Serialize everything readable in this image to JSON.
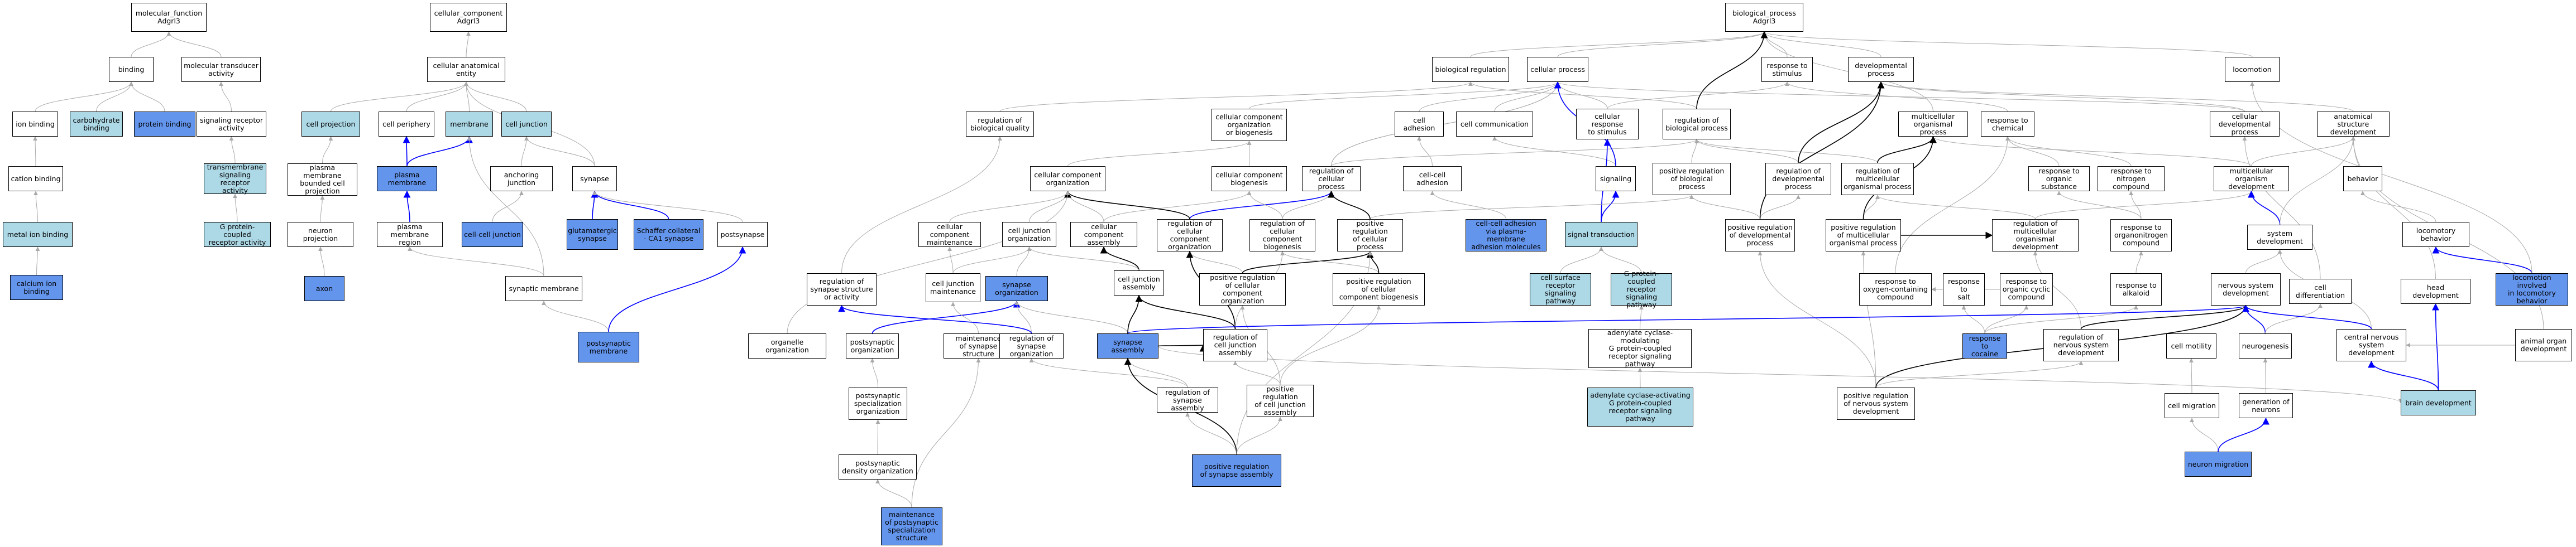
{
  "nodes": [
    {
      "id": "mf",
      "label": "molecular_function\nAdgrl3",
      "style": 0
    },
    {
      "id": "cc",
      "label": "cellular_component\nAdgrl3",
      "style": 0
    },
    {
      "id": "bp",
      "label": "biological_process\nAdgrl3",
      "style": 0
    },
    {
      "id": "binding",
      "label": "binding",
      "style": 0
    },
    {
      "id": "mta",
      "label": "molecular transducer\nactivity",
      "style": 0
    },
    {
      "id": "cae",
      "label": "cellular anatomical\nentity",
      "style": 0
    },
    {
      "id": "breg",
      "label": "biological regulation",
      "style": 0
    },
    {
      "id": "cp",
      "label": "cellular process",
      "style": 0
    },
    {
      "id": "rts",
      "label": "response to\nstimulus",
      "style": 0
    },
    {
      "id": "devp",
      "label": "developmental\nprocess",
      "style": 0
    },
    {
      "id": "loco",
      "label": "locomotion",
      "style": 0
    },
    {
      "id": "ionb",
      "label": "ion binding",
      "style": 0
    },
    {
      "id": "carb",
      "label": "carbohydrate\nbinding",
      "style": 1
    },
    {
      "id": "protb",
      "label": "protein binding",
      "style": 2
    },
    {
      "id": "sra",
      "label": "signaling receptor\nactivity",
      "style": 0
    },
    {
      "id": "cproj",
      "label": "cell projection",
      "style": 1
    },
    {
      "id": "cperi",
      "label": "cell periphery",
      "style": 0
    },
    {
      "id": "memb",
      "label": "membrane",
      "style": 1
    },
    {
      "id": "cjunc",
      "label": "cell junction",
      "style": 1
    },
    {
      "id": "rbq",
      "label": "regulation of\nbiological quality",
      "style": 0
    },
    {
      "id": "ccob",
      "label": "cellular component\norganization\nor biogenesis",
      "style": 0
    },
    {
      "id": "cadh",
      "label": "cell adhesion",
      "style": 0
    },
    {
      "id": "ccomm",
      "label": "cell communication",
      "style": 0
    },
    {
      "id": "crs",
      "label": "cellular response\nto stimulus",
      "style": 0
    },
    {
      "id": "rbp",
      "label": "regulation of\nbiological process",
      "style": 0
    },
    {
      "id": "mop",
      "label": "multicellular\norganismal process",
      "style": 0
    },
    {
      "id": "rtc",
      "label": "response to\nchemical",
      "style": 0
    },
    {
      "id": "cdp",
      "label": "cellular developmental\nprocess",
      "style": 0
    },
    {
      "id": "asd",
      "label": "anatomical structure\ndevelopment",
      "style": 0
    },
    {
      "id": "cationb",
      "label": "cation binding",
      "style": 0
    },
    {
      "id": "tsra",
      "label": "transmembrane\nsignaling receptor\nactivity",
      "style": 1
    },
    {
      "id": "pmbcp",
      "label": "plasma membrane\nbounded cell\nprojection",
      "style": 0
    },
    {
      "id": "pm",
      "label": "plasma membrane",
      "style": 2
    },
    {
      "id": "aj",
      "label": "anchoring junction",
      "style": 0
    },
    {
      "id": "synapse",
      "label": "synapse",
      "style": 0
    },
    {
      "id": "cco",
      "label": "cellular component\norganization",
      "style": 0
    },
    {
      "id": "ccb",
      "label": "cellular component\nbiogenesis",
      "style": 0
    },
    {
      "id": "rcp",
      "label": "regulation of\ncellular process",
      "style": 0
    },
    {
      "id": "cca",
      "label": "cell-cell adhesion",
      "style": 0
    },
    {
      "id": "sig",
      "label": "signaling",
      "style": 0
    },
    {
      "id": "prbp",
      "label": "positive regulation\nof biological\nprocess",
      "style": 0
    },
    {
      "id": "rdp",
      "label": "regulation of\ndevelopmental\nprocess",
      "style": 0
    },
    {
      "id": "rmop",
      "label": "regulation of\nmulticellular\norganismal process",
      "style": 0
    },
    {
      "id": "rtos",
      "label": "response to\norganic substance",
      "style": 0
    },
    {
      "id": "rtnc",
      "label": "response to\nnitrogen compound",
      "style": 0
    },
    {
      "id": "mod",
      "label": "multicellular\norganism development",
      "style": 0
    },
    {
      "id": "behav",
      "label": "behavior",
      "style": 0
    },
    {
      "id": "mib",
      "label": "metal ion binding",
      "style": 1
    },
    {
      "id": "gpcra",
      "label": "G protein-coupled\nreceptor activity",
      "style": 1
    },
    {
      "id": "neuproj",
      "label": "neuron projection",
      "style": 0
    },
    {
      "id": "pmr",
      "label": "plasma membrane\nregion",
      "style": 0
    },
    {
      "id": "ccj",
      "label": "cell-cell junction",
      "style": 2
    },
    {
      "id": "glut",
      "label": "glutamatergic\nsynapse",
      "style": 2
    },
    {
      "id": "sca1",
      "label": "Schaffer collateral\n- CA1 synapse",
      "style": 2
    },
    {
      "id": "postsyn",
      "label": "postsynapse",
      "style": 0
    },
    {
      "id": "ccm",
      "label": "cellular component\nmaintenance",
      "style": 0
    },
    {
      "id": "cjo",
      "label": "cell junction\norganization",
      "style": 0
    },
    {
      "id": "cca2",
      "label": "cellular component\nassembly",
      "style": 0
    },
    {
      "id": "rcco",
      "label": "regulation of\ncellular component\norganization",
      "style": 0
    },
    {
      "id": "rccb",
      "label": "regulation of\ncellular component\nbiogenesis",
      "style": 0
    },
    {
      "id": "prcp",
      "label": "positive regulation\nof cellular\nprocess",
      "style": 0
    },
    {
      "id": "ccapm",
      "label": "cell-cell adhesion\nvia plasma-membrane\nadhesion molecules",
      "style": 2
    },
    {
      "id": "st",
      "label": "signal transduction",
      "style": 1
    },
    {
      "id": "prdp",
      "label": "positive regulation\nof developmental\nprocess",
      "style": 0
    },
    {
      "id": "prmop",
      "label": "positive regulation\nof multicellular\norganismal process",
      "style": 0
    },
    {
      "id": "rmod",
      "label": "regulation of\nmulticellular\norganismal development",
      "style": 0
    },
    {
      "id": "rtoc",
      "label": "response to\norganonitrogen\ncompound",
      "style": 0
    },
    {
      "id": "lb",
      "label": "locomotory behavior",
      "style": 0
    },
    {
      "id": "sd",
      "label": "system development",
      "style": 0
    },
    {
      "id": "cib",
      "label": "calcium ion\nbinding",
      "style": 2
    },
    {
      "id": "axon",
      "label": "axon",
      "style": 2
    },
    {
      "id": "synm",
      "label": "synaptic membrane",
      "style": 0
    },
    {
      "id": "psm",
      "label": "postsynaptic\nmembrane",
      "style": 2
    },
    {
      "id": "rssa",
      "label": "regulation of\nsynapse structure\nor activity",
      "style": 0
    },
    {
      "id": "cjm",
      "label": "cell junction\nmaintenance",
      "style": 0
    },
    {
      "id": "so",
      "label": "synapse organization",
      "style": 2
    },
    {
      "id": "cja",
      "label": "cell junction\nassembly",
      "style": 0
    },
    {
      "id": "prcco",
      "label": "positive regulation\nof cellular\ncomponent organization",
      "style": 0
    },
    {
      "id": "prccb",
      "label": "positive regulation\nof cellular\ncomponent biogenesis",
      "style": 0
    },
    {
      "id": "csrsp",
      "label": "cell surface\nreceptor signaling\npathway",
      "style": 1
    },
    {
      "id": "gpcrsp",
      "label": "G protein-coupled\nreceptor signaling\npathway",
      "style": 1
    },
    {
      "id": "rtocc",
      "label": "response to\noxygen-containing\ncompound",
      "style": 0
    },
    {
      "id": "rtsalt",
      "label": "response to\nsalt",
      "style": 0
    },
    {
      "id": "rtocy",
      "label": "response to\norganic cyclic\ncompound",
      "style": 0
    },
    {
      "id": "rtalk",
      "label": "response to\nalkaloid",
      "style": 0
    },
    {
      "id": "nsd",
      "label": "nervous system\ndevelopment",
      "style": 0
    },
    {
      "id": "cdiff",
      "label": "cell differentiation",
      "style": 0
    },
    {
      "id": "hd",
      "label": "head development",
      "style": 0
    },
    {
      "id": "libeh",
      "label": "locomotion involved\nin locomotory\nbehavior",
      "style": 2
    },
    {
      "id": "oo",
      "label": "organelle organization",
      "style": 0
    },
    {
      "id": "pso",
      "label": "postsynaptic\norganization",
      "style": 0
    },
    {
      "id": "mss",
      "label": "maintenance\nof synapse structure",
      "style": 0
    },
    {
      "id": "rso",
      "label": "regulation of\nsynapse organization",
      "style": 0
    },
    {
      "id": "sa",
      "label": "synapse assembly",
      "style": 2
    },
    {
      "id": "rcja",
      "label": "regulation of\ncell junction\nassembly",
      "style": 0
    },
    {
      "id": "acm",
      "label": "adenylate cyclase-modulating\nG protein-coupled\nreceptor signaling\npathway",
      "style": 0
    },
    {
      "id": "rtcoc",
      "label": "response to\ncocaine",
      "style": 2
    },
    {
      "id": "rnsd",
      "label": "regulation of\nnervous system\ndevelopment",
      "style": 0
    },
    {
      "id": "cmot",
      "label": "cell motility",
      "style": 0
    },
    {
      "id": "neurog",
      "label": "neurogenesis",
      "style": 0
    },
    {
      "id": "cnsd",
      "label": "central nervous\nsystem development",
      "style": 0
    },
    {
      "id": "aod",
      "label": "animal organ\ndevelopment",
      "style": 0
    },
    {
      "id": "psdo",
      "label": "postsynaptic\nspecialization\norganization",
      "style": 0
    },
    {
      "id": "rsa",
      "label": "regulation of\nsynapse assembly",
      "style": 0
    },
    {
      "id": "prcja",
      "label": "positive regulation\nof cell junction\nassembly",
      "style": 0
    },
    {
      "id": "aca",
      "label": "adenylate cyclase-activating\nG protein-coupled\nreceptor signaling\npathway",
      "style": 1
    },
    {
      "id": "prnsd",
      "label": "positive regulation\nof nervous system\ndevelopment",
      "style": 0
    },
    {
      "id": "cmig",
      "label": "cell migration",
      "style": 0
    },
    {
      "id": "gon",
      "label": "generation of\nneurons",
      "style": 0
    },
    {
      "id": "bdev",
      "label": "brain development",
      "style": 1
    },
    {
      "id": "psdno",
      "label": "postsynaptic\ndensity organization",
      "style": 0
    },
    {
      "id": "prsa",
      "label": "positive regulation\nof synapse assembly",
      "style": 2
    },
    {
      "id": "nmig",
      "label": "neuron migration",
      "style": 2
    },
    {
      "id": "mpso",
      "label": "maintenance\nof postsynaptic\nspecialization\nstructure",
      "style": 2
    }
  ],
  "edges": [
    [
      "mf",
      "binding",
      0
    ],
    [
      "mf",
      "mta",
      0
    ],
    [
      "cc",
      "cae",
      0
    ],
    [
      "bp",
      "breg",
      0
    ],
    [
      "bp",
      "cp",
      0
    ],
    [
      "bp",
      "rts",
      0
    ],
    [
      "bp",
      "devp",
      0
    ],
    [
      "bp",
      "loco",
      0
    ],
    [
      "binding",
      "ionb",
      0
    ],
    [
      "binding",
      "carb",
      0
    ],
    [
      "binding",
      "protb",
      0
    ],
    [
      "mta",
      "sra",
      0
    ],
    [
      "cae",
      "cproj",
      0
    ],
    [
      "cae",
      "cperi",
      0
    ],
    [
      "cae",
      "memb",
      0
    ],
    [
      "cae",
      "cjunc",
      0
    ],
    [
      "cae",
      "synapse",
      0
    ],
    [
      "breg",
      "rbq",
      0
    ],
    [
      "breg",
      "rbp",
      0
    ],
    [
      "cp",
      "ccob",
      0
    ],
    [
      "cp",
      "cadh",
      0
    ],
    [
      "cp",
      "ccomm",
      0
    ],
    [
      "cp",
      "crs",
      0
    ],
    [
      "rts",
      "crs",
      0
    ],
    [
      "rts",
      "rtc",
      0
    ],
    [
      "devp",
      "cdp",
      0
    ],
    [
      "devp",
      "asd",
      0
    ],
    [
      "bp",
      "mop",
      0
    ],
    [
      "bp",
      "rbp",
      1
    ],
    [
      "cp",
      "cdp",
      0
    ],
    [
      "cp",
      "rcp",
      0
    ],
    [
      "ionb",
      "cationb",
      0
    ],
    [
      "cationb",
      "mib",
      0
    ],
    [
      "mib",
      "cib",
      0
    ],
    [
      "sra",
      "tsra",
      0
    ],
    [
      "tsra",
      "gpcra",
      0
    ],
    [
      "cproj",
      "pmbcp",
      0
    ],
    [
      "cperi",
      "pm",
      2
    ],
    [
      "memb",
      "pm",
      2
    ],
    [
      "pmbcp",
      "neuproj",
      0
    ],
    [
      "neuproj",
      "axon",
      0
    ],
    [
      "pm",
      "pmr",
      2
    ],
    [
      "cjunc",
      "aj",
      0
    ],
    [
      "aj",
      "ccj",
      0
    ],
    [
      "cjunc",
      "synapse",
      0
    ],
    [
      "synapse",
      "glut",
      2
    ],
    [
      "synapse",
      "sca1",
      2
    ],
    [
      "synapse",
      "postsyn",
      0
    ],
    [
      "pmr",
      "synm",
      0
    ],
    [
      "memb",
      "synm",
      0
    ],
    [
      "synm",
      "psm",
      0
    ],
    [
      "postsyn",
      "psm",
      2
    ],
    [
      "ccob",
      "cco",
      0
    ],
    [
      "ccob",
      "ccb",
      0
    ],
    [
      "rbp",
      "rcp",
      0
    ],
    [
      "cp",
      "rcp",
      0
    ],
    [
      "cadh",
      "cca",
      0
    ],
    [
      "ccomm",
      "sig",
      0
    ],
    [
      "crs",
      "st",
      2
    ],
    [
      "sig",
      "st",
      2
    ],
    [
      "cca",
      "ccapm",
      0
    ],
    [
      "rbp",
      "prbp",
      0
    ],
    [
      "rbp",
      "rdp",
      0
    ],
    [
      "rbp",
      "rmop",
      0
    ],
    [
      "mop",
      "rmop",
      1
    ],
    [
      "mop",
      "mod",
      0
    ],
    [
      "rtc",
      "rtos",
      0
    ],
    [
      "rtc",
      "rtnc",
      0
    ],
    [
      "devp",
      "rdp",
      1
    ],
    [
      "asd",
      "mod",
      0
    ],
    [
      "behav",
      "lb",
      0
    ],
    [
      "lb",
      "libeh",
      2
    ],
    [
      "loco",
      "libeh",
      0
    ],
    [
      "cco",
      "ccm",
      0
    ],
    [
      "cco",
      "cjo",
      0
    ],
    [
      "cco",
      "cca2",
      0
    ],
    [
      "ccb",
      "cca2",
      0
    ],
    [
      "rcp",
      "rcco",
      2
    ],
    [
      "cco",
      "rcco",
      1
    ],
    [
      "rcp",
      "rccb",
      0
    ],
    [
      "ccb",
      "rccb",
      0
    ],
    [
      "prbp",
      "prcp",
      0
    ],
    [
      "rcp",
      "prcp",
      1
    ],
    [
      "st",
      "csrsp",
      0
    ],
    [
      "st",
      "gpcrsp",
      0
    ],
    [
      "rdp",
      "prdp",
      0
    ],
    [
      "devp",
      "prdp",
      1
    ],
    [
      "prbp",
      "prdp",
      0
    ],
    [
      "rmop",
      "prmop",
      0
    ],
    [
      "mop",
      "prmop",
      1
    ],
    [
      "rmop",
      "rmod",
      0
    ],
    [
      "mod",
      "rmod",
      0
    ],
    [
      "rtos",
      "rtoc",
      0
    ],
    [
      "rtnc",
      "rtoc",
      0
    ],
    [
      "mod",
      "sd",
      2
    ],
    [
      "asd",
      "sd",
      0
    ],
    [
      "ccm",
      "cjm",
      0
    ],
    [
      "cjo",
      "cjm",
      0
    ],
    [
      "cjo",
      "so",
      0
    ],
    [
      "cca2",
      "cja",
      1
    ],
    [
      "cjo",
      "cja",
      0
    ],
    [
      "rcco",
      "prcco",
      0
    ],
    [
      "prcp",
      "prcco",
      1
    ],
    [
      "rccb",
      "prccb",
      0
    ],
    [
      "prcp",
      "prccb",
      1
    ],
    [
      "gpcrsp",
      "acm",
      0
    ],
    [
      "acm",
      "aca",
      0
    ],
    [
      "rtc",
      "rtocc",
      0
    ],
    [
      "rtoc",
      "rtalk",
      0
    ],
    [
      "rtocc",
      "rtsalt",
      0
    ],
    [
      "rtocc",
      "rtocy",
      0
    ],
    [
      "rtsalt",
      "rtcoc",
      0
    ],
    [
      "rtalk",
      "rtcoc",
      0
    ],
    [
      "rtocy",
      "rtcoc",
      0
    ],
    [
      "sd",
      "nsd",
      0
    ],
    [
      "cdp",
      "cdiff",
      0
    ],
    [
      "sd",
      "cnsd",
      0
    ],
    [
      "asd",
      "hd",
      0
    ],
    [
      "cco",
      "oo",
      0
    ],
    [
      "so",
      "pso",
      2
    ],
    [
      "cjm",
      "mss",
      0
    ],
    [
      "so",
      "rso",
      0
    ],
    [
      "rssa",
      "rso",
      2
    ],
    [
      "rbq",
      "rssa",
      0
    ],
    [
      "so",
      "sa",
      0
    ],
    [
      "cja",
      "sa",
      1
    ],
    [
      "rcja",
      "sa",
      1
    ],
    [
      "rcco",
      "rcja",
      1
    ],
    [
      "rccb",
      "rcja",
      0
    ],
    [
      "cja",
      "rcja",
      1
    ],
    [
      "rmod",
      "rnsd",
      0
    ],
    [
      "nsd",
      "rnsd",
      1
    ],
    [
      "cmot",
      "cmig",
      0
    ],
    [
      "nsd",
      "neurog",
      2
    ],
    [
      "cdiff",
      "neurog",
      0
    ],
    [
      "nsd",
      "cnsd",
      2
    ],
    [
      "asd",
      "aod",
      0
    ],
    [
      "pso",
      "psdo",
      0
    ],
    [
      "sa",
      "rsa",
      0
    ],
    [
      "rso",
      "rsa",
      0
    ],
    [
      "rcja",
      "prcja",
      0
    ],
    [
      "prcco",
      "prcja",
      0
    ],
    [
      "prccb",
      "prcja",
      0
    ],
    [
      "rnsd",
      "prnsd",
      0
    ],
    [
      "prdp",
      "prnsd",
      0
    ],
    [
      "prmop",
      "prnsd",
      0
    ],
    [
      "nsd",
      "prnsd",
      1
    ],
    [
      "cmig",
      "nmig",
      0
    ],
    [
      "neurog",
      "gon",
      0
    ],
    [
      "gon",
      "nmig",
      2
    ],
    [
      "cnsd",
      "bdev",
      2
    ],
    [
      "hd",
      "bdev",
      2
    ],
    [
      "psdo",
      "psdno",
      0
    ],
    [
      "rsa",
      "prsa",
      0
    ],
    [
      "prcja",
      "prsa",
      0
    ],
    [
      "sa",
      "prsa",
      1
    ],
    [
      "psdno",
      "mpso",
      0
    ],
    [
      "mss",
      "mpso",
      0
    ],
    [
      "cp",
      "sig",
      2
    ],
    [
      "prcp",
      "prsa",
      0
    ],
    [
      "nsd",
      "sa",
      2
    ],
    [
      "bdev",
      "sa",
      0
    ],
    [
      "cnsd",
      "aod",
      0
    ],
    [
      "rmod",
      "prmop",
      1
    ]
  ],
  "colors": {
    "gray": "#a9a9a9",
    "blue": "#0000ff",
    "green": "#008000",
    "black": "#000000",
    "light_blue": "#add8e6",
    "cornflower": "#6495ed"
  }
}
